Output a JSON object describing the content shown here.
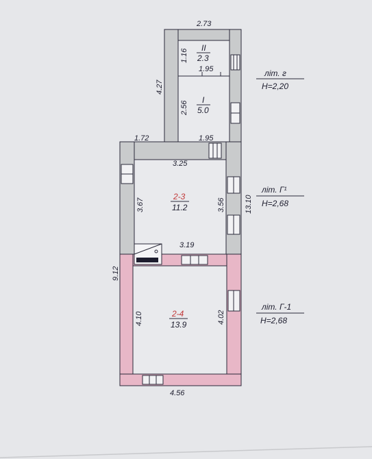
{
  "plan": {
    "paper_color": "#e6e7ea",
    "wall_gray": "#c9cbcc",
    "wall_pink": "#e8b7c7",
    "ink": "#1d1d2e",
    "accent_red": "#c23a3a"
  },
  "dimensions": {
    "top_width": "2.73",
    "left_upper_height": "4.27",
    "room_II_height": "1.16",
    "room_II_width": "1.95",
    "room_I_height": "2.56",
    "shoulder_left": "1.72",
    "shoulder_right": "1.95",
    "room_23_width": "3.25",
    "room_23_left_height": "3.67",
    "room_23_right_height": "3.56",
    "right_total_height": "13.10",
    "lower_wall_width": "3.19",
    "left_lower_height": "9.12",
    "room_24_left_height": "4.10",
    "room_24_right_height": "4.02",
    "bottom_width": "4.56"
  },
  "rooms": {
    "II": {
      "number": "II",
      "area": "2.3"
    },
    "I": {
      "number": "I",
      "area": "5.0"
    },
    "r23": {
      "number": "2-3",
      "area": "11.2"
    },
    "r24": {
      "number": "2-4",
      "area": "13.9"
    }
  },
  "legend": {
    "lit_g": {
      "name": "літ. г",
      "height": "Н=2,20"
    },
    "lit_G1": {
      "name": "літ. Г¹",
      "height": "Н=2,68"
    },
    "lit_G_1": {
      "name": "літ. Г-1",
      "height": "Н=2,68"
    }
  }
}
